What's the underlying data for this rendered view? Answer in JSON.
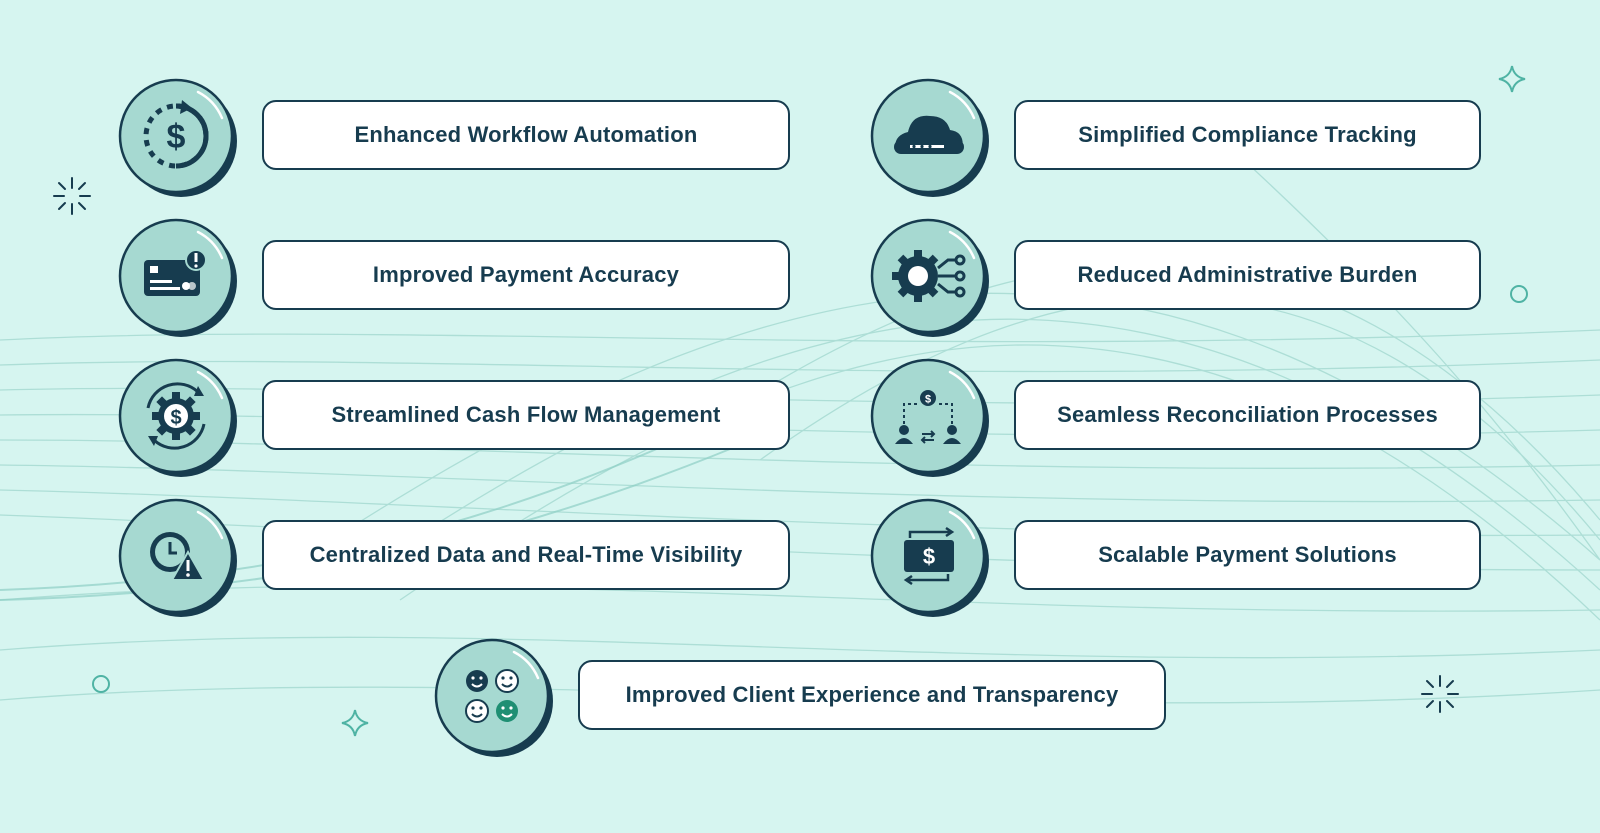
{
  "colors": {
    "background": "#d6f5f0",
    "circle_fill": "#a6d9d1",
    "navy": "#173c4f",
    "accent_green": "#1f8f73",
    "box_fill": "#ffffff"
  },
  "benefits": [
    {
      "label": "Enhanced Workflow Automation",
      "icon": "dollar-cycle-icon"
    },
    {
      "label": "Simplified Compliance Tracking",
      "icon": "cloud-server-icon"
    },
    {
      "label": "Improved Payment Accuracy",
      "icon": "credit-card-alert-icon"
    },
    {
      "label": "Reduced Administrative Burden",
      "icon": "gear-network-icon"
    },
    {
      "label": "Streamlined Cash Flow Management",
      "icon": "dollar-gear-cycle-icon"
    },
    {
      "label": "Seamless Reconciliation Processes",
      "icon": "people-exchange-icon"
    },
    {
      "label": "Centralized Data and Real-Time Visibility",
      "icon": "clock-warning-icon"
    },
    {
      "label": "Scalable Payment Solutions",
      "icon": "dollar-transfer-icon"
    },
    {
      "label": "Improved Client Experience and Transparency",
      "icon": "smiley-faces-icon"
    }
  ]
}
